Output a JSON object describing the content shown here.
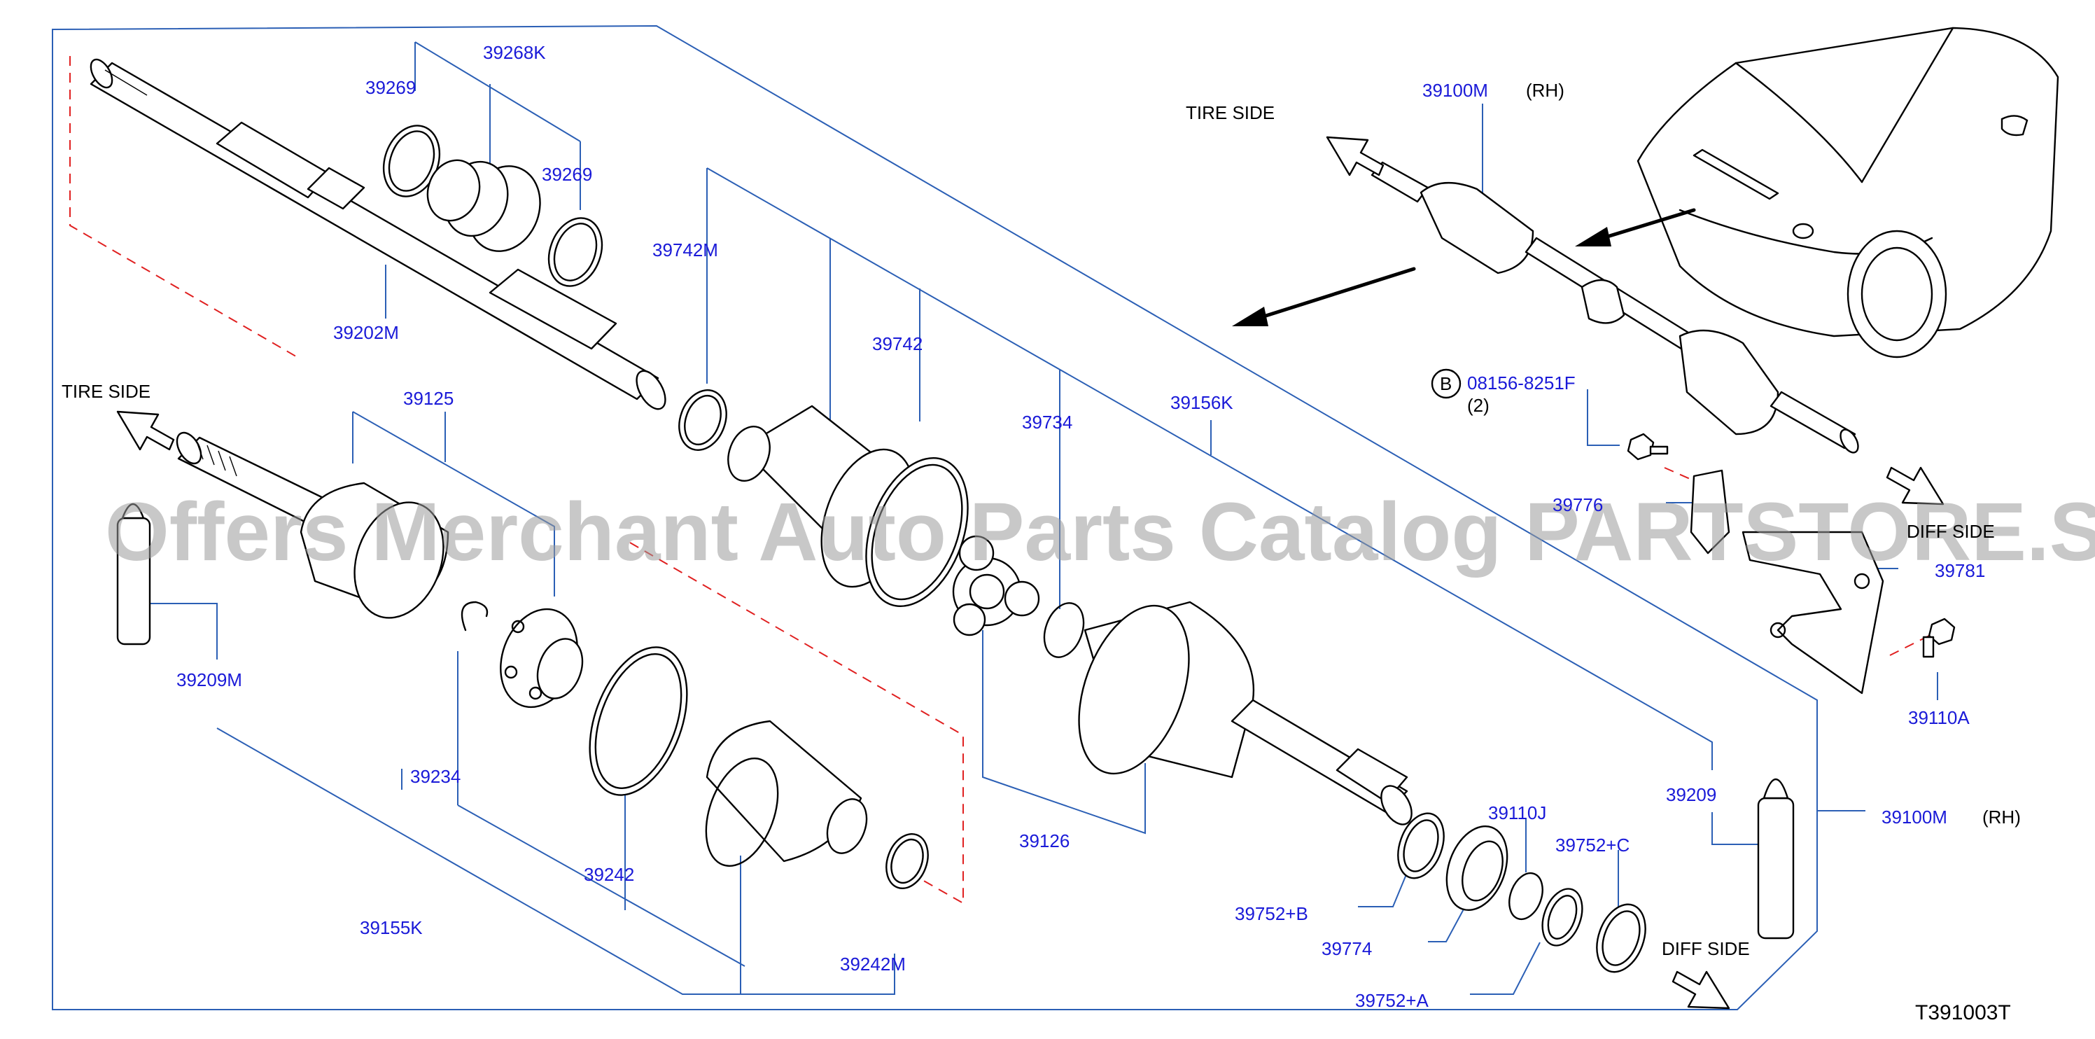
{
  "diagram": {
    "part_labels": {
      "p39268K": "39268K",
      "p39269a": "39269",
      "p39269b": "39269",
      "p39202M": "39202M",
      "p39742M": "39742M",
      "p39742": "39742",
      "p39734": "39734",
      "p39156K": "39156K",
      "p39125": "39125",
      "p39209M": "39209M",
      "p39234": "39234",
      "p39155K": "39155K",
      "p39242": "39242",
      "p39242M": "39242M",
      "p39126": "39126",
      "p39209": "39209",
      "p39100M_right": "39100M",
      "p39110J": "39110J",
      "p39752C": "39752+C",
      "p39752B": "39752+B",
      "p39774": "39774",
      "p39752A": "39752+A",
      "p39100M_top": "39100M",
      "p08156": "08156-8251F",
      "p39776": "39776",
      "p39781": "39781",
      "p39110A": "39110A"
    },
    "annotations": {
      "rh_top": "(RH)",
      "rh_right": "(RH)",
      "qty_2": "(2)",
      "bolt_badge": "B",
      "tire_side_top": "TIRE  SIDE",
      "tire_side_left": "TIRE  SIDE",
      "diff_side_right": "DIFF  SIDE",
      "diff_side_bottom": "DIFF  SIDE"
    },
    "reference_code": "T391003T",
    "watermark": "Offers Merchant Auto Parts Catalog PARTSTORE.SA",
    "colors": {
      "label": "#1a1ad8",
      "leader_line": "#2b5fb5",
      "dashed_line": "#e02020",
      "outline": "#000000"
    }
  }
}
